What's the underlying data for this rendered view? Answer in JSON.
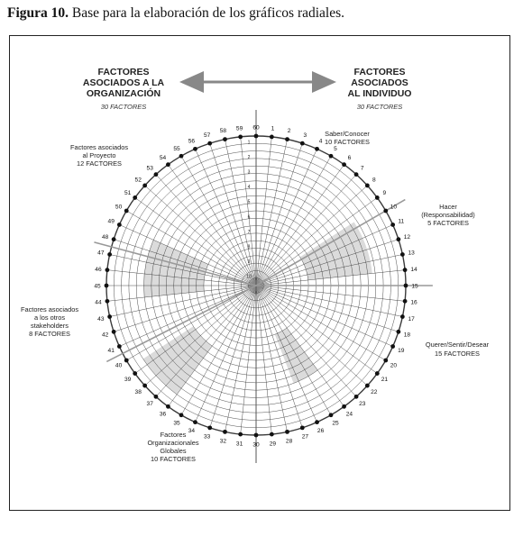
{
  "caption": {
    "figure": "Figura 10.",
    "text": "Base para la elaboración de los gráficos radiales."
  },
  "headers": {
    "left_title": [
      "FACTORES",
      "ASOCIADOS A LA",
      "ORGANIZACIÓN"
    ],
    "left_count": "30 FACTORES",
    "right_title": [
      "FACTORES",
      "ASOCIADOS",
      "AL INDIVIDUO"
    ],
    "right_count": "30 FACTORES"
  },
  "groups": {
    "saber": [
      "Saber/Conocer",
      "10 FACTORES"
    ],
    "hacer": [
      "Hacer",
      "(Responsabilidad)",
      "5 FACTORES"
    ],
    "querer": [
      "Querer/Sentir/Desear",
      "15 FACTORES"
    ],
    "globales": [
      "Factores",
      "Organizacionales",
      "Globales",
      "10 FACTORES"
    ],
    "stakeholders": [
      "Factores asociados",
      "a los otros",
      "stakeholders",
      "8 FACTORES"
    ],
    "proyecto": [
      "Factores asociados",
      "al Proyecto",
      "12 FACTORES"
    ]
  },
  "radial_labels": [
    "1",
    "2",
    "3",
    "4",
    "5",
    "6",
    "7",
    "8",
    "9",
    "10"
  ],
  "colors": {
    "shading": "#c9c9c9",
    "grid": "#3a3a3a",
    "frame": "#222222"
  }
}
